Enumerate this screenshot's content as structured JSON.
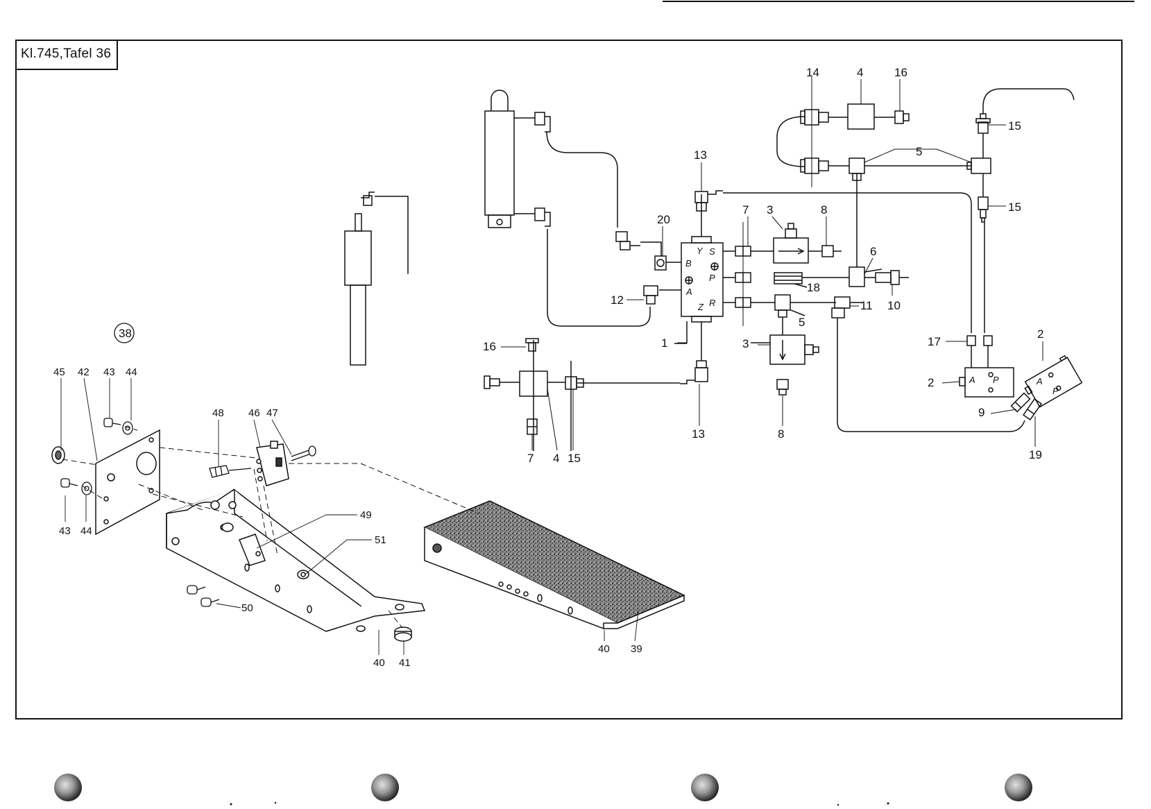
{
  "sheet": {
    "title": "Kl.745,Tafel 36",
    "assembly_number": "38"
  },
  "ports": {
    "valve_left": [
      "Y",
      "B",
      "A",
      "Z"
    ],
    "valve_right": [
      "S",
      "P",
      "R"
    ],
    "valve_small_a": "A",
    "valve_small_p": "P"
  },
  "callouts": [
    "1",
    "2",
    "3",
    "4",
    "5",
    "6",
    "7",
    "8",
    "9",
    "10",
    "11",
    "12",
    "13",
    "14",
    "15",
    "16",
    "17",
    "18",
    "19",
    "20",
    "38",
    "39",
    "40",
    "41",
    "42",
    "43",
    "44",
    "45",
    "46",
    "47",
    "48",
    "49",
    "50",
    "51"
  ],
  "colors": {
    "ink": "#111111",
    "paper": "#ffffff",
    "tread": "#6e6e6e"
  }
}
